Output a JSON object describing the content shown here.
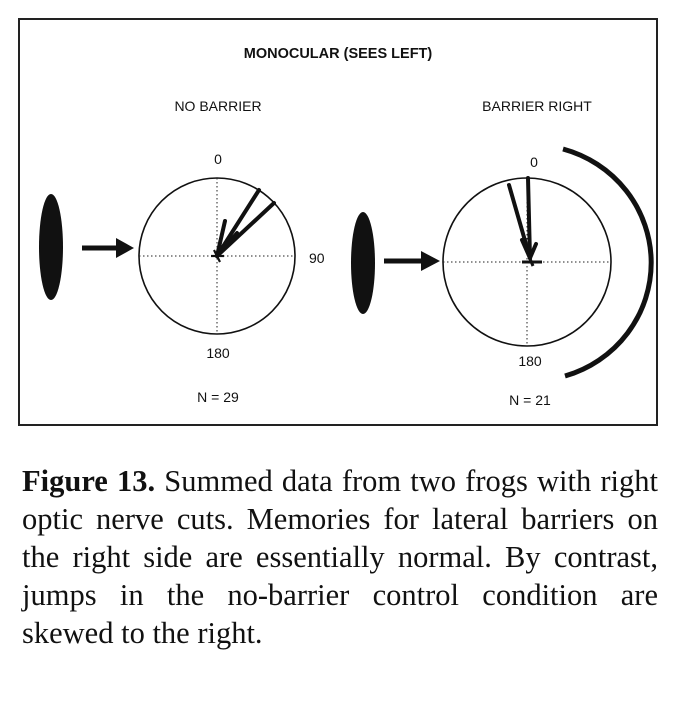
{
  "figure": {
    "title": "MONOCULAR (SEES LEFT)",
    "left_panel": {
      "label": "NO BARRIER",
      "top_angle": "0",
      "right_angle": "90",
      "bottom_angle": "180",
      "n_label": "N = 29"
    },
    "right_panel": {
      "label": "BARRIER RIGHT",
      "top_angle": "0",
      "bottom_angle": "180",
      "n_label": "N = 21"
    }
  },
  "caption": {
    "label": "Figure 13.",
    "text": " Summed data from two frogs with right optic nerve cuts. Memories for lateral barriers on the right side are essentially normal. By contrast, jumps in the no-barrier control condition are skewed to the right."
  },
  "colors": {
    "ink": "#111111",
    "background": "#ffffff"
  }
}
